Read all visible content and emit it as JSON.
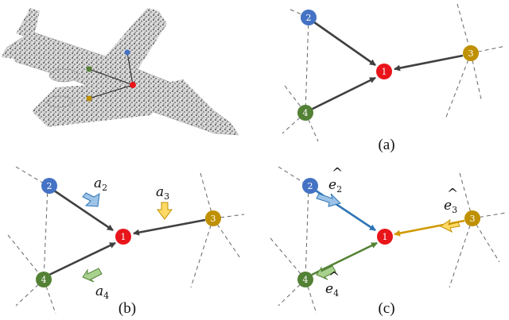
{
  "node_colors": {
    "1": "#e8151a",
    "2": "#4472c4",
    "3": "#bf9000",
    "4": "#538135"
  },
  "edge_colors": {
    "default": "#404040",
    "e2": "#2e75b6",
    "e3": "#d09a00",
    "e4": "#548235"
  },
  "nodes": {
    "n1": "1",
    "n2": "2",
    "n3": "3",
    "n4": "4"
  },
  "captions": {
    "a": "(a)",
    "b": "(b)",
    "c": "(c)"
  },
  "symbols": {
    "a": "a",
    "a2": "2",
    "a3": "3",
    "a4": "4",
    "e": "e",
    "hat": "^",
    "e2": "2",
    "e3": "3",
    "e4": "4"
  },
  "icons": {
    "airplane": "airplane-point-cloud-icon"
  }
}
